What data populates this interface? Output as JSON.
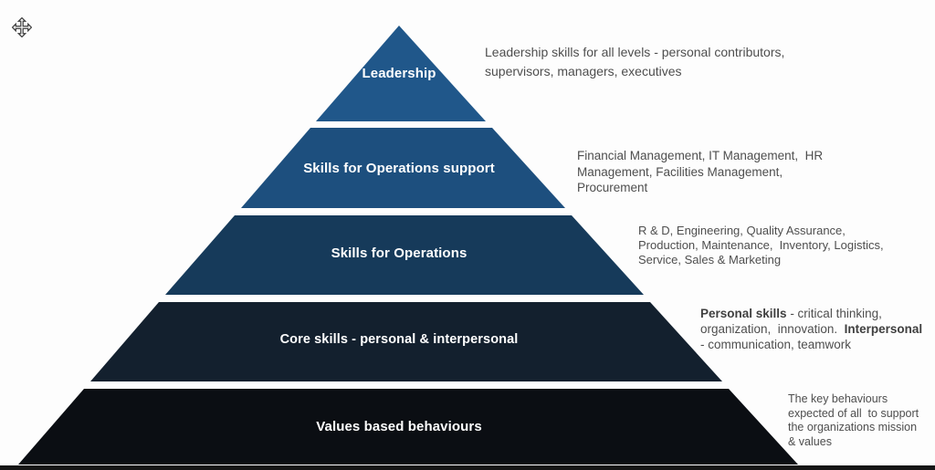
{
  "page": {
    "background_color": "#fdfdfd",
    "bottom_bar_color": "#161616"
  },
  "icons": {
    "move_icon": "move-cursor-four-arrows"
  },
  "chart_data": {
    "type": "pyramid-diagram",
    "levels_top_to_bottom": [
      "Leadership",
      "Skills for Operations support",
      "Skills for Operations",
      "Core skills - personal & interpersonal",
      "Values based behaviours"
    ]
  },
  "pyramid": {
    "levels": [
      {
        "label": "Leadership",
        "color": "#20578a",
        "description_lines": [
          "Leadership skills for all levels - personal contributors,",
          "supervisors, managers, executives"
        ]
      },
      {
        "label": "Skills for Operations support",
        "color": "#1d4f7e",
        "description_lines": [
          "Financial Management, IT Management,  HR",
          "Management, Facilities Management,",
          "Procurement"
        ]
      },
      {
        "label": "Skills for Operations",
        "color": "#163a5a",
        "description_lines": [
          "R & D, Engineering, Quality Assurance,",
          "Production, Maintenance,  Inventory, Logistics,",
          "Service, Sales & Marketing"
        ]
      },
      {
        "label": "Core skills - personal & interpersonal",
        "color": "#13202e",
        "rich_description": {
          "line1_bold": "Personal skills",
          "line1_rest": " - critical thinking,",
          "line2_rest": "organization,  innovation.  ",
          "line2_bold": "Interpersonal",
          "line3_rest": "- communication, teamwork"
        }
      },
      {
        "label": "Values based behaviours",
        "color": "#0b0e13",
        "description_lines": [
          "The key behaviours",
          "expected of all  to support",
          "the organizations mission",
          "& values"
        ]
      }
    ]
  }
}
